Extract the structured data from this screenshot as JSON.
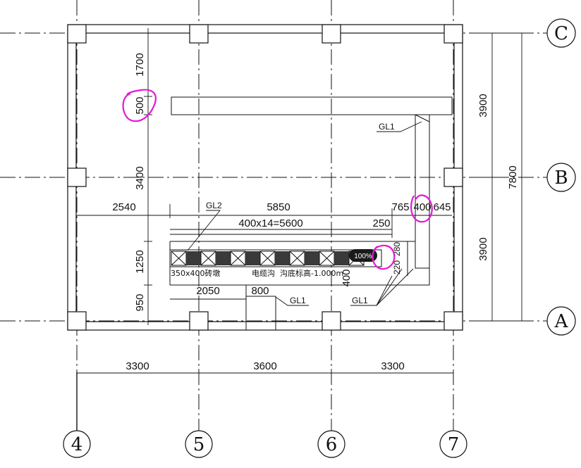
{
  "grid_labels": {
    "c": "C",
    "b": "B",
    "a": "A",
    "g4": "4",
    "g5": "5",
    "g6": "6",
    "g7": "7"
  },
  "dims": {
    "left_1700": "1700",
    "left_500": "500",
    "left_3400": "3400",
    "left_1250": "1250",
    "left_950": "950",
    "right_3900_top": "3900",
    "right_7800": "7800",
    "right_3900_bottom": "3900",
    "top_2540": "2540",
    "top_5850": "5850",
    "trench_400x14": "400x14=5600",
    "d_250": "250",
    "d_765": "765",
    "d_400": "400",
    "d_645": "645",
    "d_2050": "2050",
    "d_800": "800",
    "d_400_v": "400",
    "d_280": "280",
    "d_220": "220",
    "bottom_3300_left": "3300",
    "bottom_3600": "3600",
    "bottom_3300_right": "3300"
  },
  "labels": {
    "gl1_top": "GL1",
    "gl2": "GL2",
    "gl1_mid": "GL1",
    "gl1_right": "GL1",
    "pier_note": "350x400砖墩",
    "trench_note": "电缆沟",
    "elevation_note": "沟底标高-1.000m",
    "zoom_badge": "100%"
  },
  "colors": {
    "line": "#111111",
    "markup": "#e01ad6",
    "badge_bg": "#1a1a1a",
    "badge_text": "#ffffff"
  }
}
